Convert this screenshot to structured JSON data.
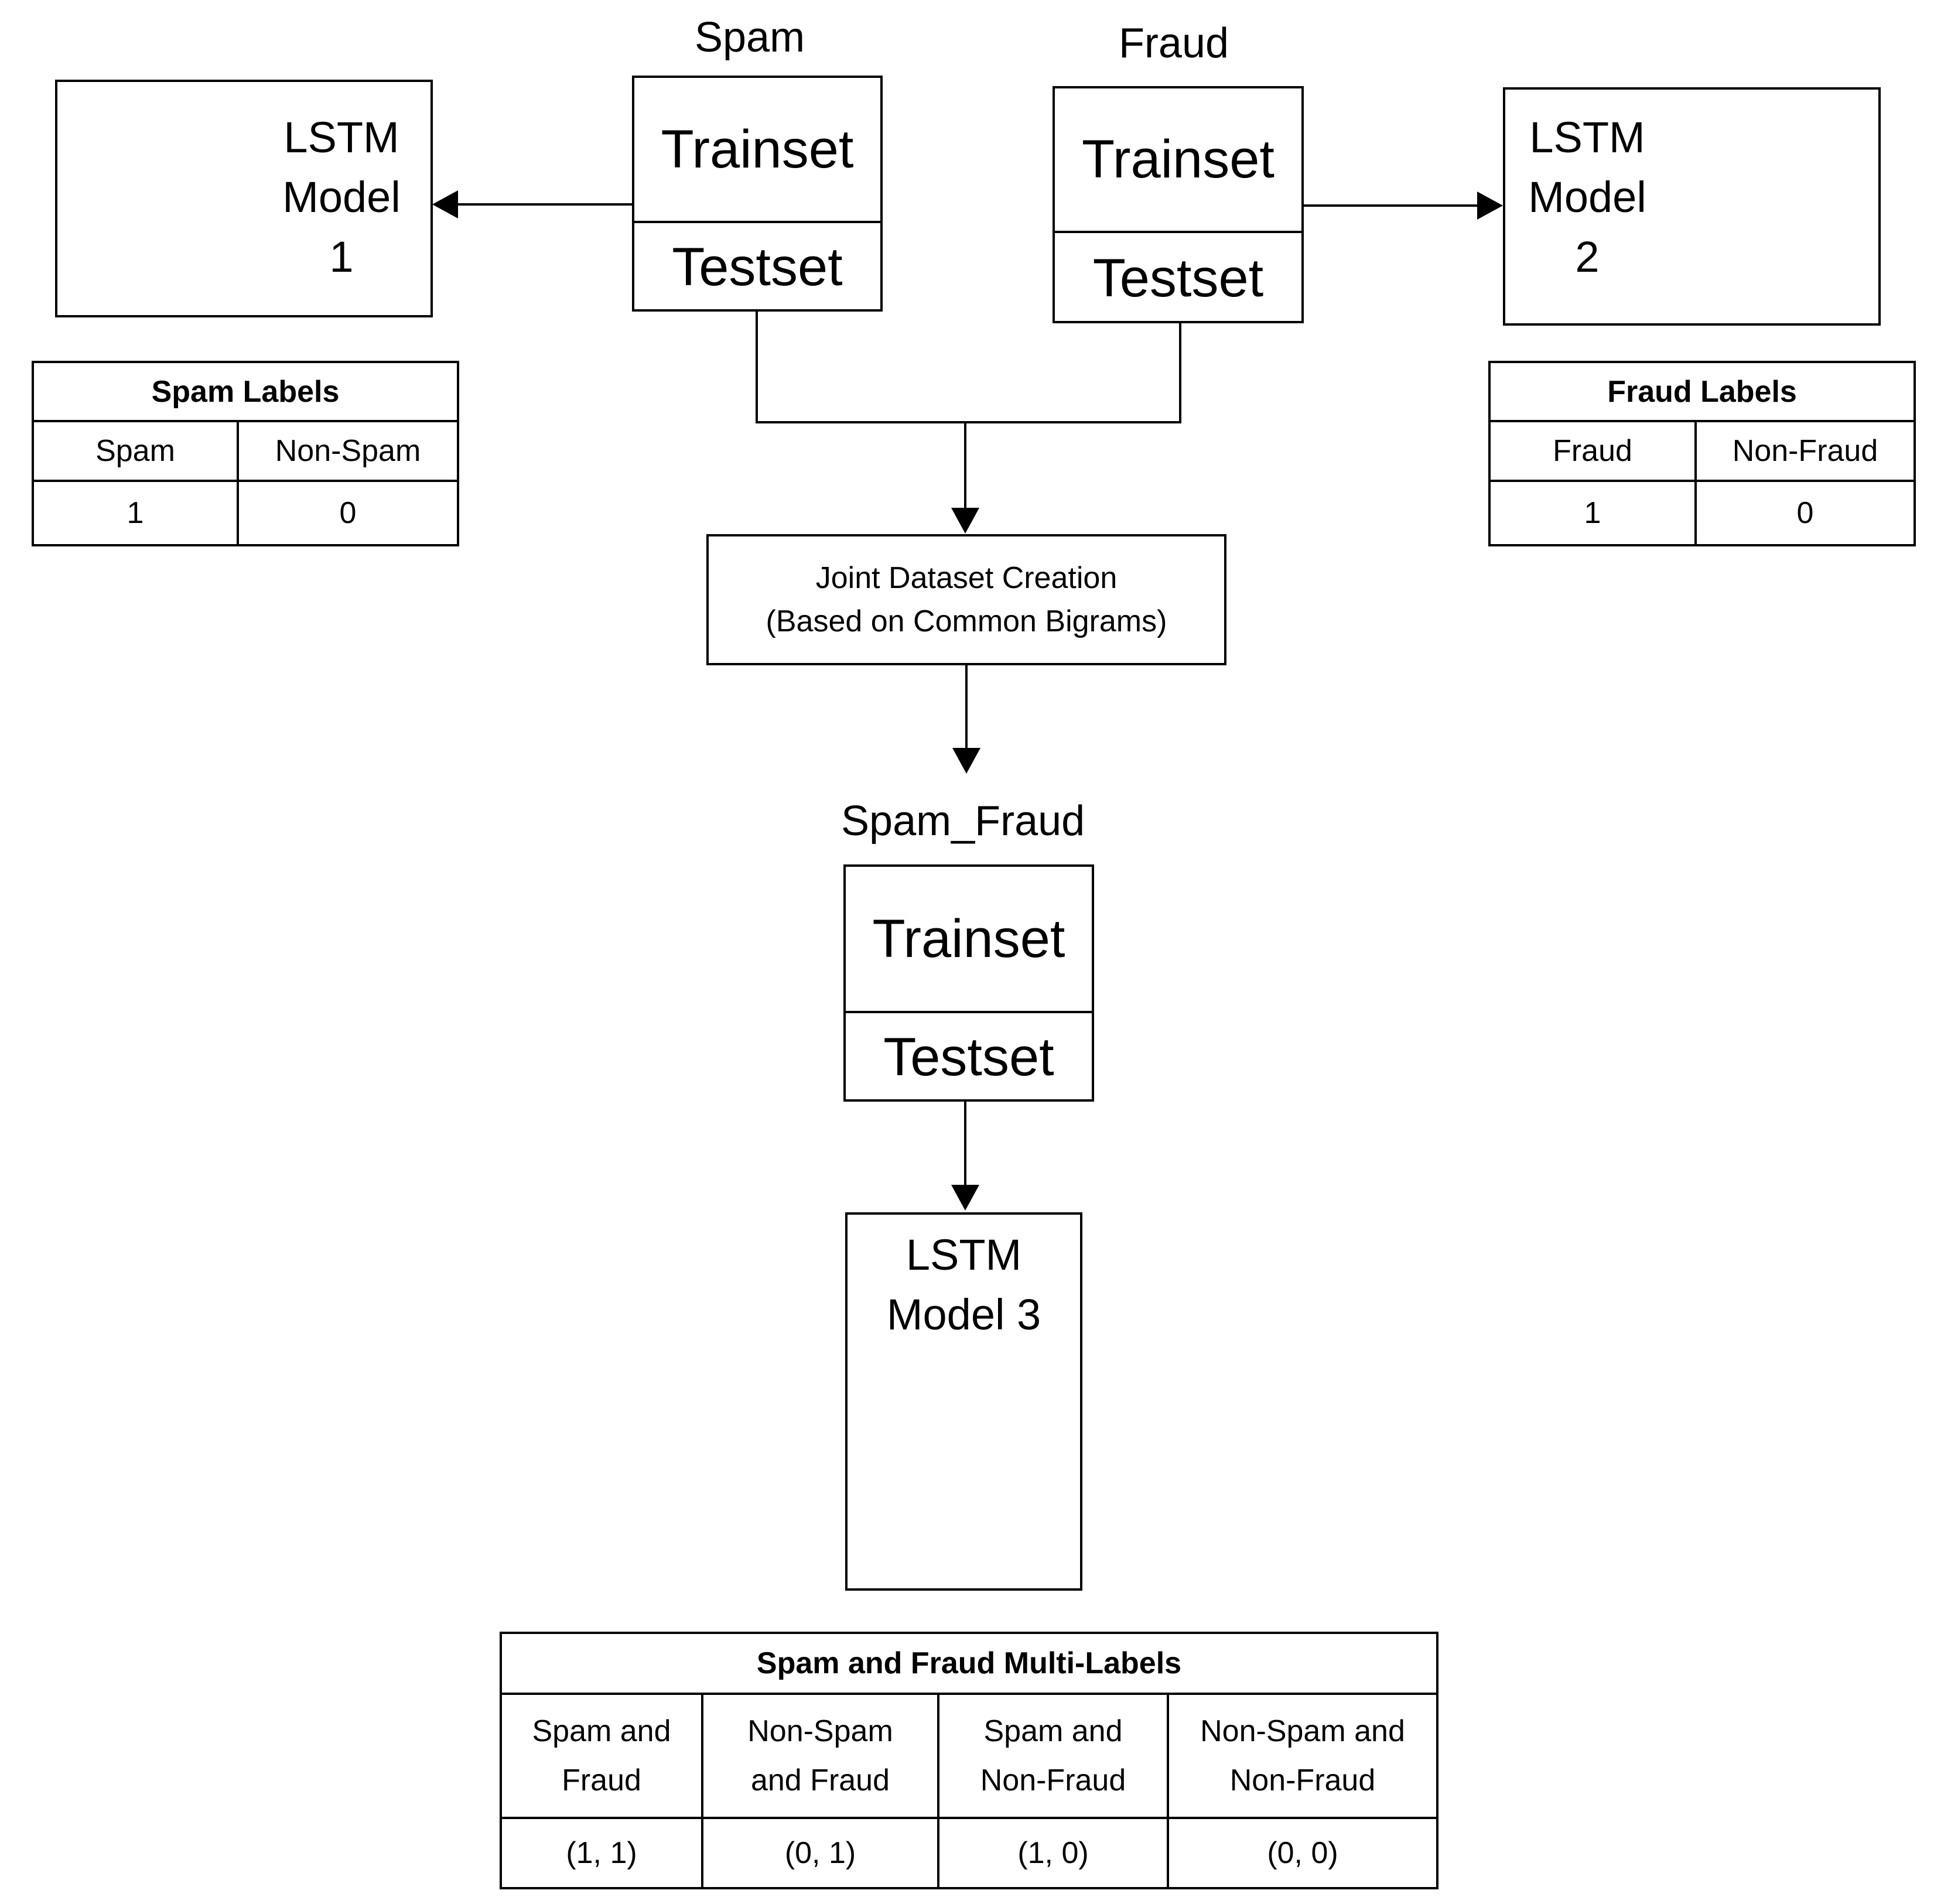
{
  "datasets": {
    "spam": {
      "name": "Spam",
      "train": "Trainset",
      "test": "Testset"
    },
    "fraud": {
      "name": "Fraud",
      "train": "Trainset",
      "test": "Testset"
    },
    "spam_fraud": {
      "name": "Spam_Fraud",
      "train": "Trainset",
      "test": "Testset"
    }
  },
  "models": {
    "model1": {
      "line1": "LSTM",
      "line2": "Model",
      "line3": "1"
    },
    "model2": {
      "line1": "LSTM",
      "line2": "Model",
      "line3": "2"
    },
    "model3": {
      "line1": "LSTM",
      "line2": "Model 3"
    }
  },
  "joint": {
    "line1": "Joint Dataset Creation",
    "line2": "(Based on Common Bigrams)"
  },
  "spam_labels": {
    "title": "Spam Labels",
    "headers": [
      "Spam",
      "Non-Spam"
    ],
    "values": [
      "1",
      "0"
    ]
  },
  "fraud_labels": {
    "title": "Fraud Labels",
    "headers": [
      "Fraud",
      "Non-Fraud"
    ],
    "values": [
      "1",
      "0"
    ]
  },
  "multi_labels": {
    "title": "Spam and Fraud Multi-Labels",
    "headers": [
      "Spam and\nFraud",
      "Non-Spam\nand Fraud",
      "Spam and\nNon-Fraud",
      "Non-Spam and\nNon-Fraud"
    ],
    "values": [
      "(1, 1)",
      "(0, 1)",
      "(1, 0)",
      "(0, 0)"
    ]
  }
}
